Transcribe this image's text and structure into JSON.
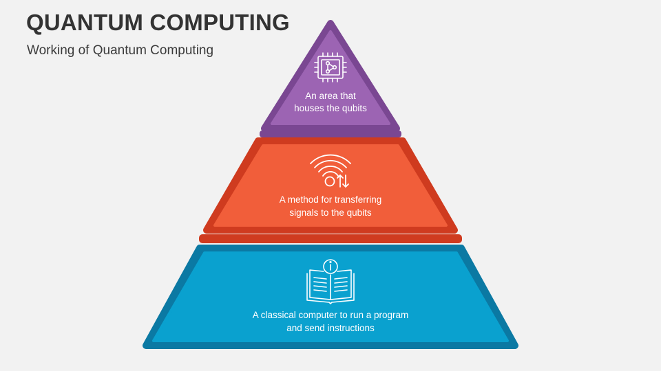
{
  "title": "QUANTUM COMPUTING",
  "subtitle": "Working of Quantum Computing",
  "tiers": [
    {
      "lines": [
        "An area that",
        "houses the qubits"
      ],
      "icon": "quantum-chip-icon",
      "color": "#9c64b3",
      "border_color": "#7a4792"
    },
    {
      "lines": [
        "A method for transferring",
        "signals to the qubits"
      ],
      "icon": "wifi-signal-transfer-icon",
      "color": "#f15e3a",
      "border_color": "#cf3b1f"
    },
    {
      "lines": [
        "A classical computer to run a program",
        "and send instructions"
      ],
      "icon": "open-book-info-icon",
      "color": "#0aa1cf",
      "border_color": "#0b79a3"
    }
  ]
}
